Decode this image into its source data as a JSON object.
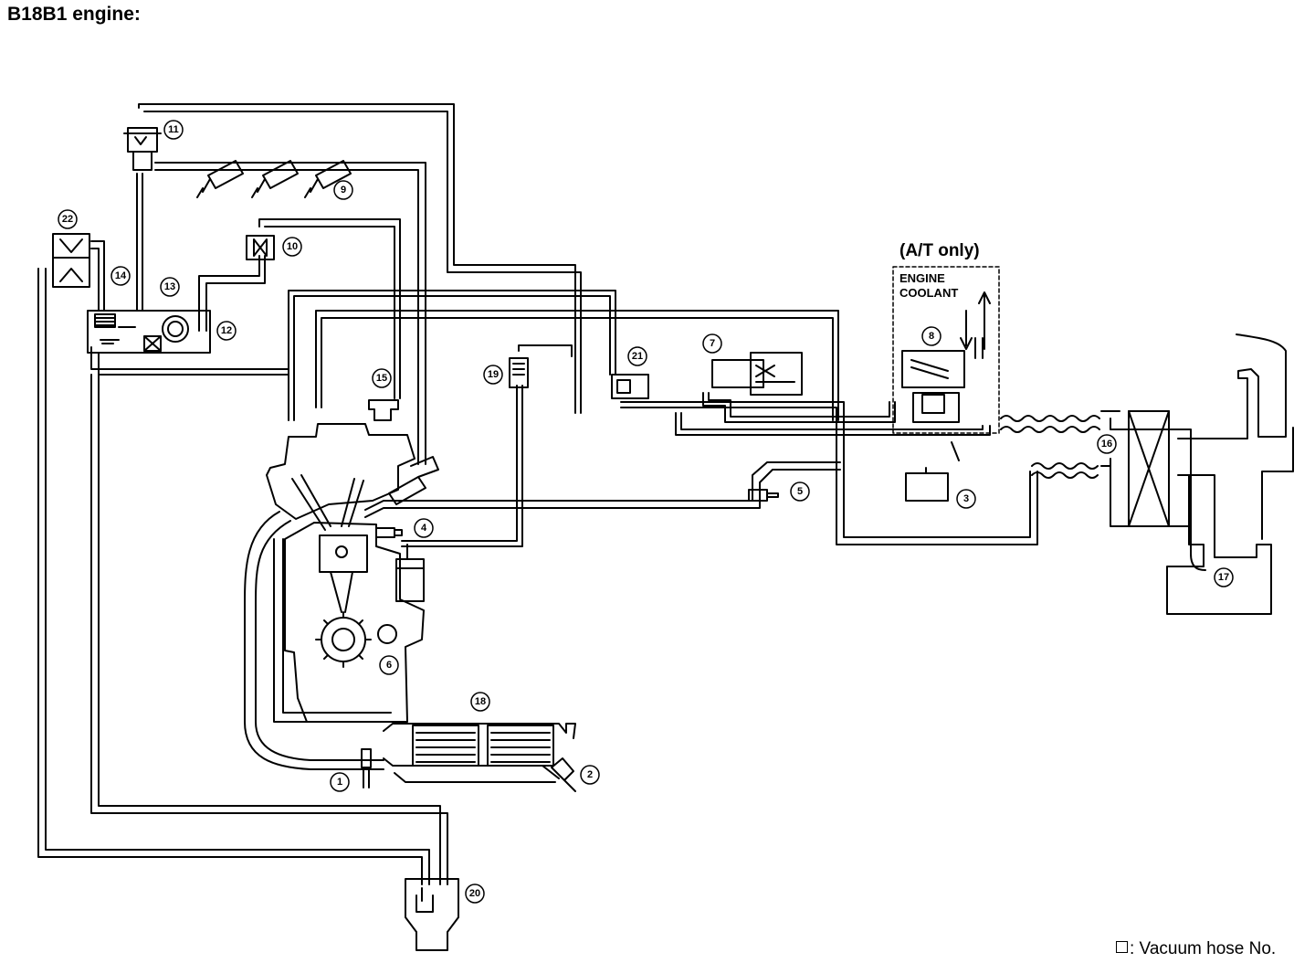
{
  "title": "B18B1 engine:",
  "at_only_label": "(A/T only)",
  "coolant_label": "ENGINE COOLANT",
  "legend_note": ": Vacuum hose No.",
  "callouts": [
    "1",
    "2",
    "3",
    "4",
    "5",
    "6",
    "7",
    "8",
    "9",
    "10",
    "11",
    "12",
    "13",
    "14",
    "15",
    "16",
    "17",
    "18",
    "19",
    "20",
    "21",
    "22"
  ]
}
